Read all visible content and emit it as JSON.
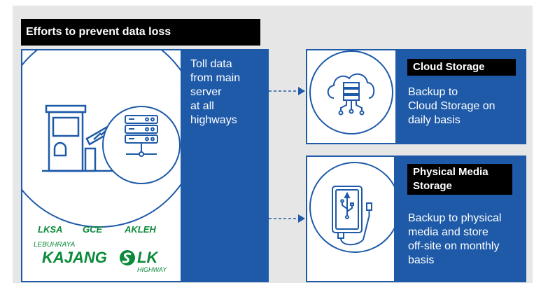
{
  "header": {
    "title": "Efforts to prevent data loss"
  },
  "source": {
    "text": "Toll data\nfrom main\nserver\nat all\nhighways"
  },
  "destinations": [
    {
      "title": "Cloud Storage",
      "description": "Backup to\nCloud Storage on\ndaily basis",
      "icon": "cloud-server-icon"
    },
    {
      "title": "Physical Media\nStorage",
      "description": "Backup to physical\nmedia and store\noff-site on monthly\nbasis",
      "icon": "usb-drive-icon"
    }
  ],
  "logos": {
    "items": [
      "LKSA",
      "GCE",
      "AKLEH"
    ],
    "kajang_line1": "LEBUHRAYA",
    "kajang_line2_a": "KAJANG",
    "kajang_line2_b": "LK",
    "kajang_line3": "HIGHWAY"
  },
  "icons": {
    "toll_booth": "toll-booth-icon",
    "server": "server-icon"
  },
  "colors": {
    "accent": "#1e5aa8",
    "background": "#e6e6e6",
    "title_bar": "#000000",
    "logo_green": "#0a8a3a"
  }
}
